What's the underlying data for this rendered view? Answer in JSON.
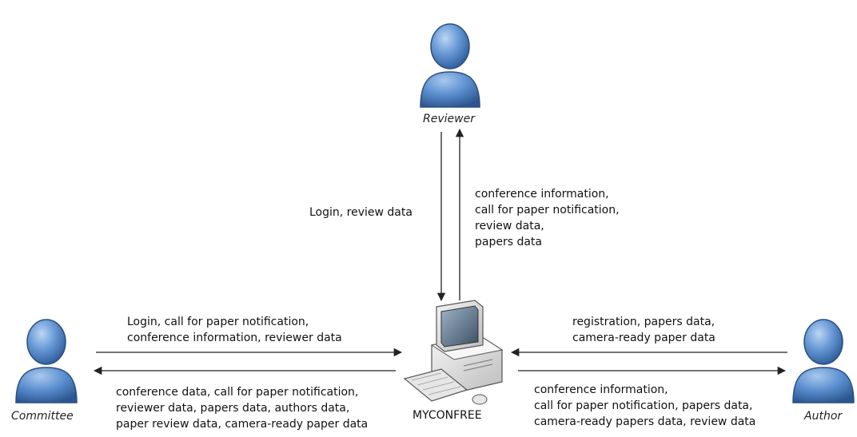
{
  "actors": {
    "reviewer": "Reviewer",
    "committee": "Committee",
    "author": "Author"
  },
  "system": {
    "name": "MYCONFREE"
  },
  "flows": {
    "reviewer_to_system": [
      "Login, review data"
    ],
    "system_to_reviewer": [
      "conference information,",
      "call for paper notification,",
      "review data,",
      "papers data"
    ],
    "committee_to_system": [
      "Login, call for paper notification,",
      "conference information, reviewer data"
    ],
    "system_to_committee": [
      "conference data, call for paper notification,",
      "reviewer data, papers data, authors data,",
      "paper review data, camera-ready paper data"
    ],
    "author_to_system": [
      "registration, papers data,",
      "camera-ready paper data"
    ],
    "system_to_author": [
      "conference information,",
      "call for paper notification, papers data,",
      "camera-ready papers data, review data"
    ]
  },
  "colors": {
    "actor_fill": "#5b8fd0",
    "actor_stroke": "#2c4f7e",
    "arrow": "#222222"
  },
  "icons": {
    "actor": "person-icon",
    "system": "desktop-computer-icon"
  }
}
